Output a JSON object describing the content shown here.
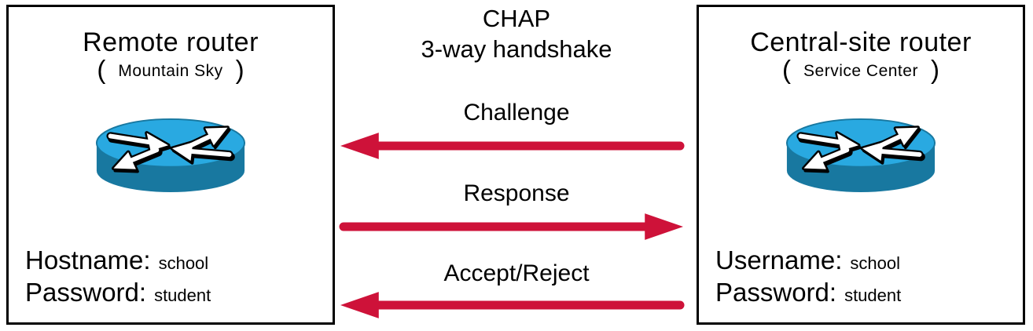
{
  "diagram_title": {
    "line1": "CHAP",
    "line2": "3-way handshake"
  },
  "left_box": {
    "title": "Remote router",
    "paren_open": "(",
    "name": "Mountain Sky",
    "paren_close": ")",
    "credentials": [
      {
        "label": "Hostname:",
        "value": "school"
      },
      {
        "label": "Password:",
        "value": "student"
      }
    ]
  },
  "right_box": {
    "title": "Central-site router",
    "paren_open": "(",
    "name": "Service Center",
    "paren_close": ")",
    "credentials": [
      {
        "label": "Username:",
        "value": "school"
      },
      {
        "label": "Password:",
        "value": "student"
      }
    ]
  },
  "messages": [
    {
      "label": "Challenge",
      "direction": "left"
    },
    {
      "label": "Response",
      "direction": "right"
    },
    {
      "label": "Accept/Reject",
      "direction": "left"
    }
  ],
  "icons": {
    "router": "cisco-router-icon",
    "message_arrows": [
      "left-arrow-icon",
      "right-arrow-icon",
      "left-arrow-icon"
    ]
  },
  "colors": {
    "arrow_red": "#CE1239",
    "router_top_blue": "#29A9E1",
    "router_body_teal": "#1878A0",
    "box_border": "#000000",
    "text": "#000000",
    "background": "#FFFFFF"
  }
}
